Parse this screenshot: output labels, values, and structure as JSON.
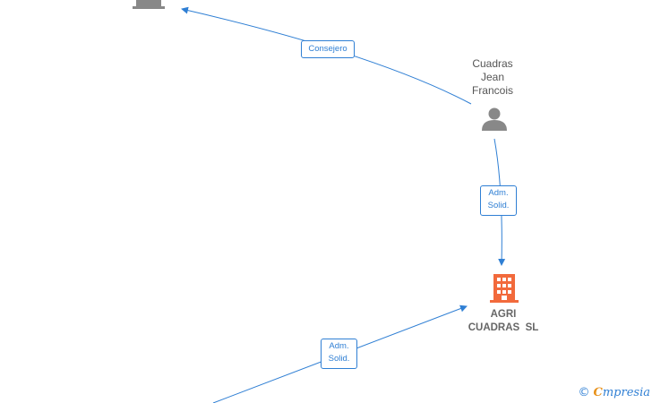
{
  "nodes": {
    "person": {
      "lines": [
        "Cuadras",
        "Jean",
        "Francois"
      ],
      "icon": "person-icon"
    },
    "company_main": {
      "lines": [
        "AGRI",
        "CUADRAS  SL"
      ],
      "icon": "building-icon",
      "color": "#f26a3c"
    },
    "company_top": {
      "icon": "building-icon",
      "color": "#888888"
    }
  },
  "edges": {
    "consejero": {
      "label": "Consejero"
    },
    "adm_person": {
      "line1": "Adm.",
      "line2": "Solid."
    },
    "adm_bottom": {
      "line1": "Adm.",
      "line2": "Solid."
    }
  },
  "colors": {
    "edge": "#2f7fd4",
    "accent": "#f26a3c",
    "node_grey": "#888888"
  },
  "watermark": {
    "copyright": "©",
    "brand_initial": "C",
    "brand_rest": "mpresia"
  }
}
